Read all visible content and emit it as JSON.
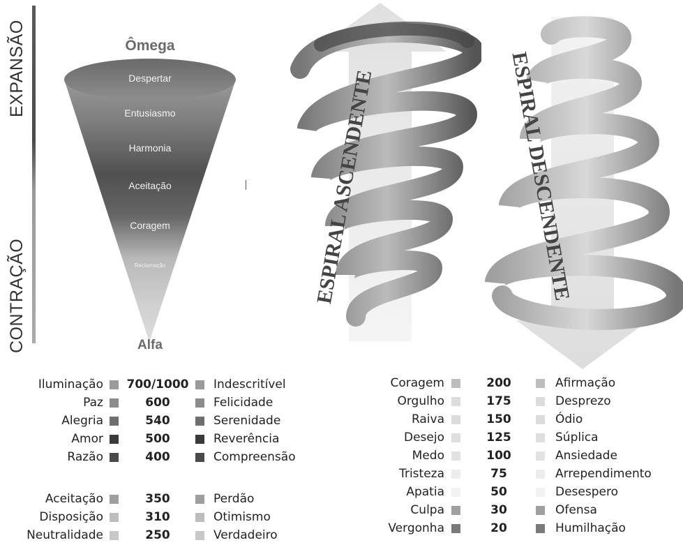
{
  "axis": {
    "top_label": "EXPANSÃO",
    "bottom_label": "CONTRAÇÃO"
  },
  "cone": {
    "top_title": "Ômega",
    "bottom_title": "Alfa",
    "levels": [
      "Despertar",
      "Entusiasmo",
      "Harmonia",
      "Aceitação",
      "Coragem",
      "Reclamação"
    ]
  },
  "spirals": {
    "ascending": "ESPIRAL ASCENDENTE",
    "descending": "ESPIRAL DESCENDENTE"
  },
  "legend_left": [
    {
      "label": "Iluminação",
      "value": "700/1000",
      "desc": "Indescritível",
      "color": "#9a9a9a"
    },
    {
      "label": "Paz",
      "value": "600",
      "desc": "Felicidade",
      "color": "#8c8c8c"
    },
    {
      "label": "Alegria",
      "value": "540",
      "desc": "Serenidade",
      "color": "#6e6e6e"
    },
    {
      "label": "Amor",
      "value": "500",
      "desc": "Reverência",
      "color": "#3a3a3a"
    },
    {
      "label": "Razão",
      "value": "400",
      "desc": "Compreensão",
      "color": "#4a4a4a"
    },
    {
      "label": "Aceitação",
      "value": "350",
      "desc": "Perdão",
      "color": "#9e9e9e"
    },
    {
      "label": "Disposição",
      "value": "310",
      "desc": "Otimismo",
      "color": "#bdbdbd"
    },
    {
      "label": "Neutralidade",
      "value": "250",
      "desc": "Verdadeiro",
      "color": "#c8c8c8"
    }
  ],
  "legend_right": [
    {
      "label": "Coragem",
      "value": "200",
      "desc": "Afirmação",
      "color": "#bdbdbd"
    },
    {
      "label": "Orgulho",
      "value": "175",
      "desc": "Desprezo",
      "color": "#dcdcdc"
    },
    {
      "label": "Raiva",
      "value": "150",
      "desc": "Ódio",
      "color": "#dcdcdc"
    },
    {
      "label": "Desejo",
      "value": "125",
      "desc": "Súplica",
      "color": "#dedede"
    },
    {
      "label": "Medo",
      "value": "100",
      "desc": "Ansiedade",
      "color": "#e2e2e2"
    },
    {
      "label": "Tristeza",
      "value": "75",
      "desc": "Arrependimento",
      "color": "#ededed"
    },
    {
      "label": "Apatia",
      "value": "50",
      "desc": "Desespero",
      "color": "#f2f2f2"
    },
    {
      "label": "Culpa",
      "value": "30",
      "desc": "Ofensa",
      "color": "#a0a0a0"
    },
    {
      "label": "Vergonha",
      "value": "20",
      "desc": "Humilhação",
      "color": "#7a7a7a"
    }
  ]
}
